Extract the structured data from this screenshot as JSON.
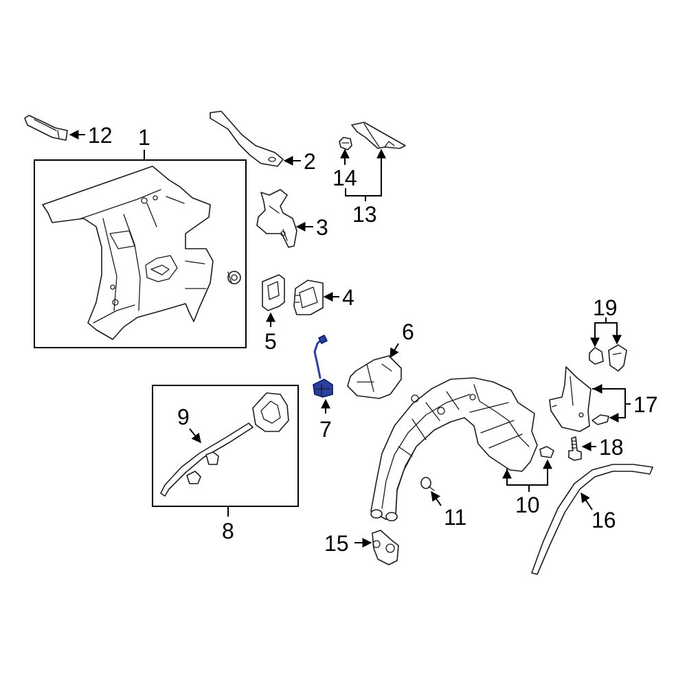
{
  "callouts": {
    "c1": "1",
    "c2": "2",
    "c3": "3",
    "c4": "4",
    "c5": "5",
    "c6": "6",
    "c7": "7",
    "c8": "8",
    "c9": "9",
    "c10": "10",
    "c11": "11",
    "c12": "12",
    "c13": "13",
    "c14": "14",
    "c15": "15",
    "c16": "16",
    "c17": "17",
    "c18": "18",
    "c19": "19"
  },
  "colors": {
    "highlight": "#2a3f9e",
    "line": "#000000"
  }
}
